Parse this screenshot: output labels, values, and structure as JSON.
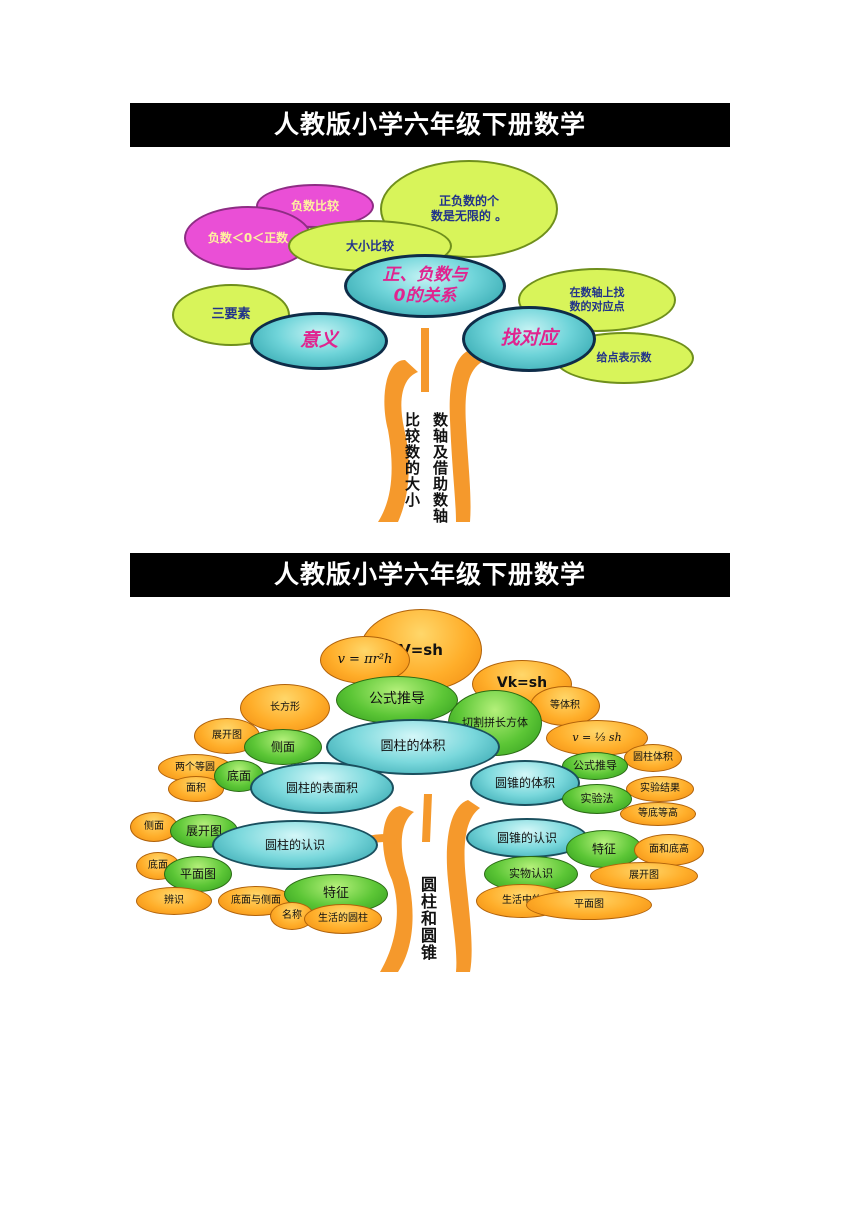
{
  "diagram1": {
    "banner": "人教版小学六年级下册数学",
    "center": {
      "line1": "正、负数与",
      "line2": "0的关系"
    },
    "left_main": "意义",
    "right_main": "找对应",
    "leaves": {
      "neg_compare": "负数比较",
      "neg_lt_zero": "负数＜0＜正数",
      "size_compare": "大小比较",
      "infinite_line1": "正负数的个",
      "infinite_line2": "数是无限的 。",
      "three_elements": "三要素",
      "find_point_line1": "在数轴上找",
      "find_point_line2": "数的对应点",
      "point_number": "给点表示数"
    },
    "trunk_left": "比较数的大小",
    "trunk_right": "数轴及借助数轴"
  },
  "diagram2": {
    "banner": "人教版小学六年级下册数学",
    "trunk": "圆柱和圆锥",
    "top": {
      "volume_formula": "V=sh",
      "area_formula": "v = πr²h",
      "formula_derivation": "公式推导",
      "cone_formula": "Vk=sh",
      "cut_rectangle": "切割拼长方体",
      "equal_volume": "等体积",
      "cylinder_volume": "圆柱的体积"
    },
    "left_branch": {
      "rectangle": "长方形",
      "net": "展开图",
      "side": "侧面",
      "two_equal": "两个等圆",
      "area": "面积",
      "base": "底面",
      "surface_area": "圆柱的表面积",
      "side2": "侧面",
      "net2": "展开图",
      "base2": "底面",
      "plane": "平面图",
      "cylinder_know": "圆柱的认识",
      "identify": "辨识",
      "base_side": "底面与侧面",
      "feature": "特征",
      "name": "名称",
      "life_cylinder": "生活的圆柱"
    },
    "right_branch": {
      "cone_formula_v": "v = ⅓ sh",
      "formula_derivation": "公式推导",
      "cylinder_volume": "圆柱体积",
      "cone_volume": "圆锥的体积",
      "experiment": "实验法",
      "exp_result": "实验结果",
      "equal_base_height": "等底等高",
      "cone_know": "圆锥的认识",
      "feature": "特征",
      "face_base_height": "面和底高",
      "net": "展开图",
      "real_know": "实物认识",
      "life_in": "生活中的",
      "plane": "平面图"
    }
  }
}
